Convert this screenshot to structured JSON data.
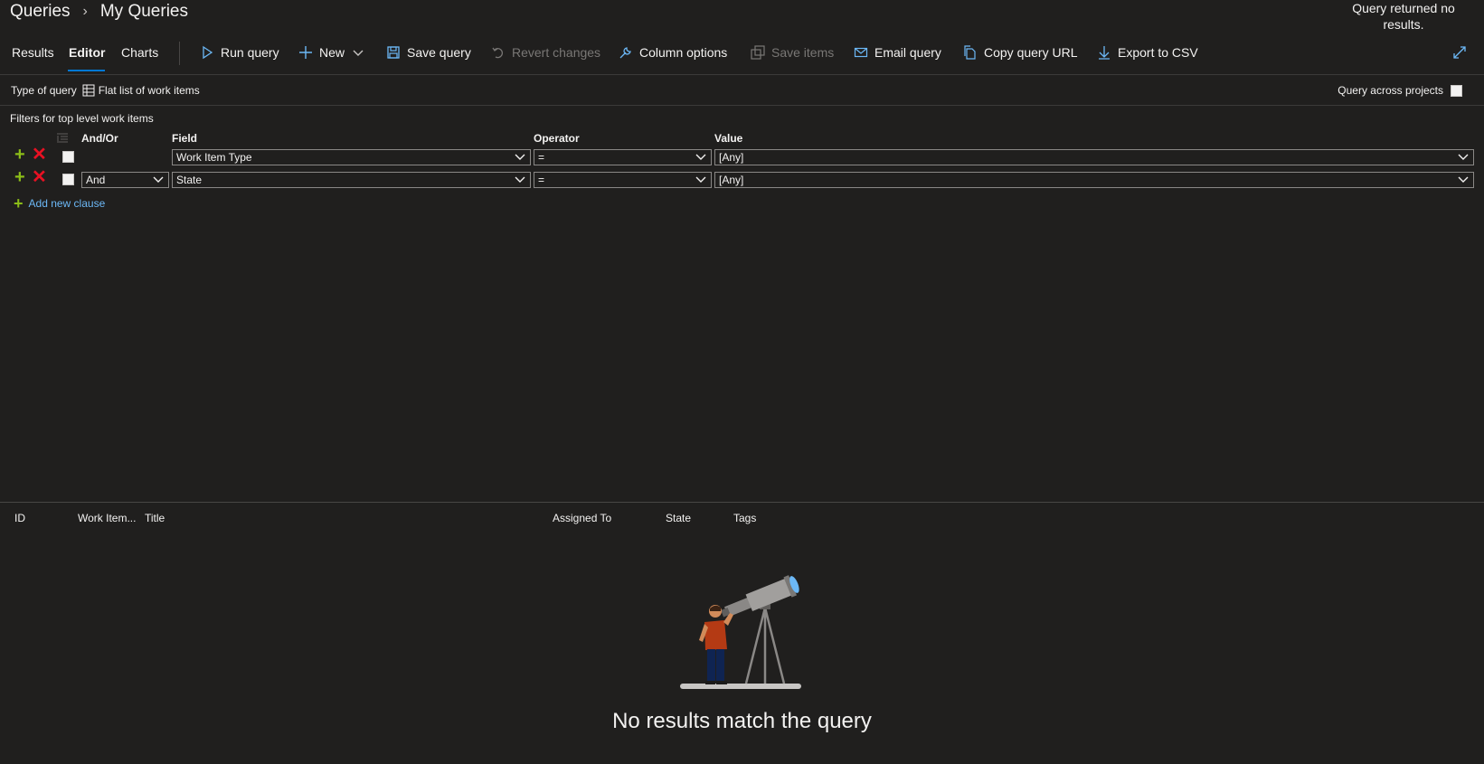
{
  "breadcrumb": {
    "root": "Queries",
    "current": "My Queries"
  },
  "status_message": "Query returned no results.",
  "tabs": [
    {
      "label": "Results"
    },
    {
      "label": "Editor"
    },
    {
      "label": "Charts"
    }
  ],
  "commands": {
    "run": "Run query",
    "new": "New",
    "save": "Save query",
    "revert": "Revert changes",
    "columns": "Column options",
    "save_items": "Save items",
    "email": "Email query",
    "copy_url": "Copy query URL",
    "export": "Export to CSV"
  },
  "query_type": {
    "label": "Type of query",
    "value": "Flat list of work items"
  },
  "query_across": {
    "label": "Query across projects",
    "checked": false
  },
  "filters": {
    "title": "Filters for top level work items",
    "headers": {
      "andor": "And/Or",
      "field": "Field",
      "operator": "Operator",
      "value": "Value"
    },
    "rows": [
      {
        "andor": "",
        "field": "Work Item Type",
        "operator": "=",
        "value": "[Any]"
      },
      {
        "andor": "And",
        "field": "State",
        "operator": "=",
        "value": "[Any]"
      }
    ],
    "add_clause": "Add new clause"
  },
  "results": {
    "columns": [
      "ID",
      "Work Item...",
      "Title",
      "Assigned To",
      "State",
      "Tags"
    ],
    "empty_message": "No results match the query"
  },
  "colors": {
    "background": "#201f1e",
    "accent": "#0078d4",
    "add": "#8cbd18",
    "remove": "#e81123",
    "link": "#6cb8f6"
  },
  "icons": [
    "chevron-right-icon",
    "play-icon",
    "plus-icon",
    "chevron-down-icon",
    "save-icon",
    "undo-icon",
    "wrench-icon",
    "save-items-icon",
    "mail-icon",
    "copy-icon",
    "download-icon",
    "expand-icon",
    "table-icon",
    "group-clauses-icon",
    "telescope-illustration"
  ]
}
